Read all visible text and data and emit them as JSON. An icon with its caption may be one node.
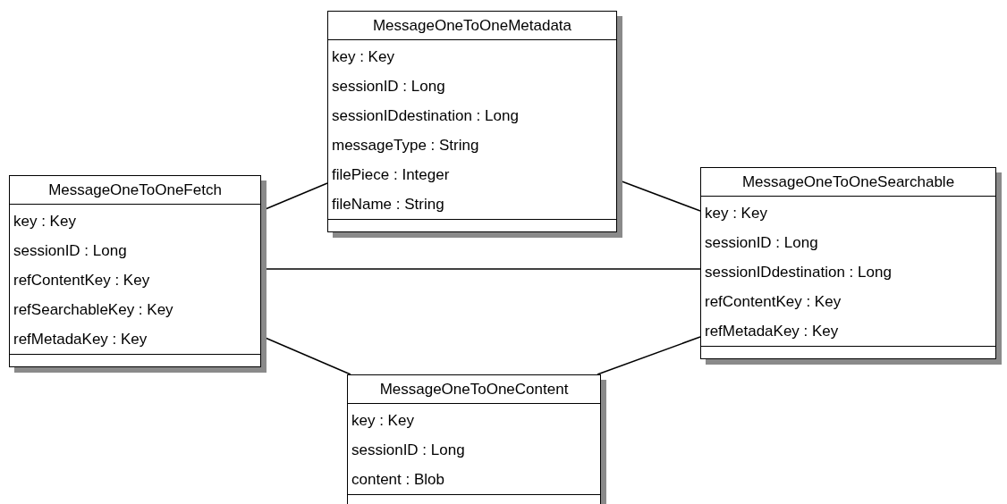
{
  "diagram": {
    "nodes": [
      {
        "text": [
          "MessageOneToOneMetadata",
          "key : Key",
          "sessionID : Long",
          "sessionIDdestination : Long",
          "messageType : String",
          "filePiece : Integer",
          "fileName : String"
        ]
      },
      {
        "text": [
          "MessageOneToOneFetch",
          "key : Key",
          "sessionID : Long",
          "refContentKey : Key",
          "refSearchableKey : Key",
          "refMetadaKey : Key"
        ]
      },
      {
        "text": [
          "MessageOneToOneSearchable",
          "key : Key",
          "sessionID : Long",
          "sessionIDdestination : Long",
          "refContentKey : Key",
          "refMetadaKey : Key"
        ]
      },
      {
        "text": [
          "MessageOneToOneContent",
          "key : Key",
          "sessionID : Long",
          "content : Blob"
        ]
      }
    ],
    "edges": [
      {
        "from": 1,
        "to": 0,
        "arrow": "none"
      },
      {
        "from": 0,
        "to": 2,
        "arrow": "none"
      },
      {
        "from": 1,
        "to": 2,
        "arrow": "none"
      },
      {
        "from": 1,
        "to": 3,
        "arrow": "none"
      },
      {
        "from": 3,
        "to": 2,
        "arrow": "none"
      }
    ]
  }
}
